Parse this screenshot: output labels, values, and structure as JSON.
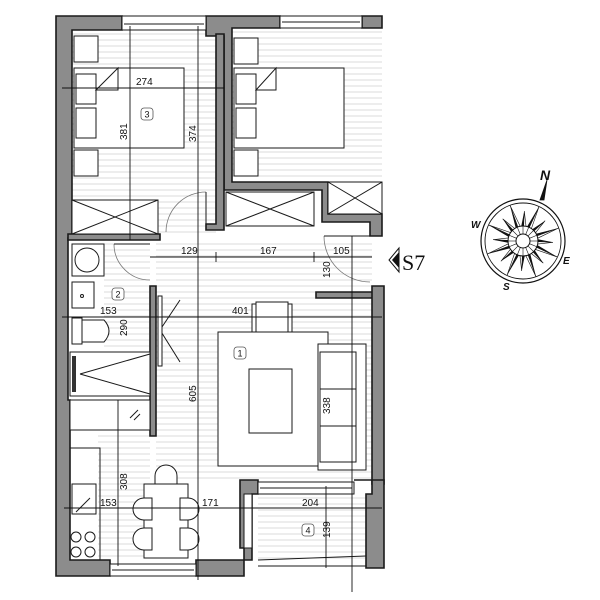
{
  "plan": {
    "rooms": [
      {
        "id": "room-1",
        "number": "1"
      },
      {
        "id": "room-2",
        "number": "2"
      },
      {
        "id": "room-3",
        "number": "3"
      },
      {
        "id": "room-4",
        "number": "4"
      }
    ],
    "dimensions": {
      "bed3_width": "274",
      "bed3_depth": "381",
      "room3_length": "374",
      "hall_a": "129",
      "hall_b": "167",
      "hall_c": "105",
      "hall_vert": "130",
      "living_width": "401",
      "living_length": "605",
      "sofa_length": "338",
      "bath_width": "153",
      "bath_length": "290",
      "kitchen_width": "153",
      "kitchen_length": "308",
      "dining_width": "171",
      "balcony_width": "204",
      "balcony_depth": "139"
    },
    "section_marker": "S7",
    "compass": {
      "north": "N",
      "east": "E",
      "south": "S",
      "west": "W"
    }
  }
}
